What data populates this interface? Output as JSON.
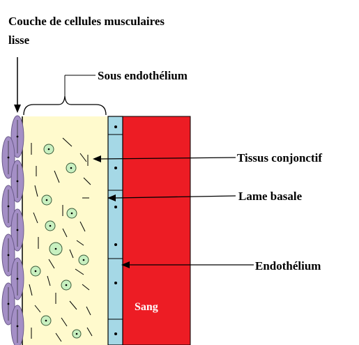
{
  "labels": {
    "smooth_muscle_layer_line1": "Couche de cellules musculaires",
    "smooth_muscle_layer_line2": "lisse",
    "subendothelium": "Sous endothélium",
    "connective_tissue": "Tissus conjonctif",
    "basal_lamina": "Lame basale",
    "endothelium": "Endothélium",
    "blood": "Sang"
  },
  "colors": {
    "muscle_cells": "#a48fc6",
    "subendothelium": "#fffacd",
    "connective_cells": "#c8f0c0",
    "endothelium": "#a5d8e6",
    "blood": "#ed1c24"
  }
}
